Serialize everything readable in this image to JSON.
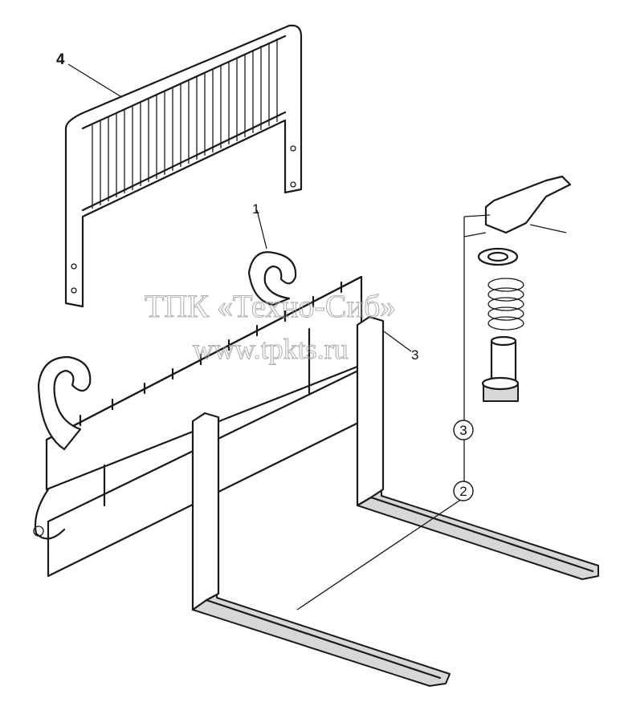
{
  "callouts": {
    "one": "1",
    "two": "2",
    "three_side": "3",
    "three_circle": "3",
    "four": "4"
  },
  "watermark": {
    "line1": "ТПК «Техно-Сиб»",
    "line2": "www.tpkts.ru"
  }
}
